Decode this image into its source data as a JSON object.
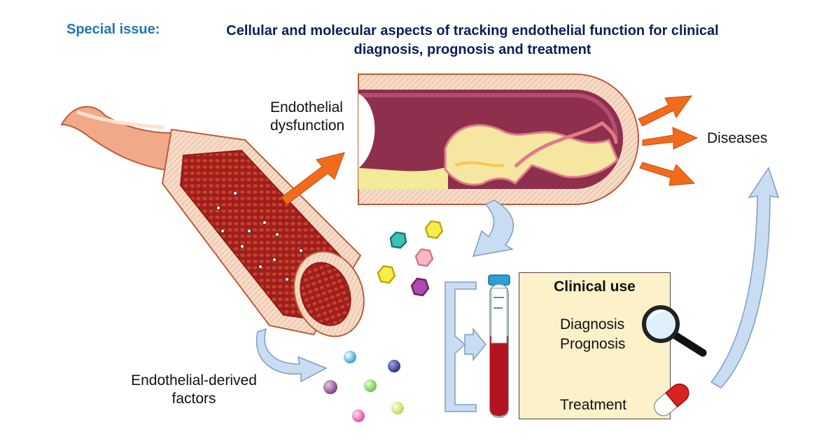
{
  "header": {
    "tag": "Special issue:",
    "title_line1": "Cellular and molecular aspects of tracking endothelial function for clinical",
    "title_line2": "diagnosis, prognosis and treatment"
  },
  "labels": {
    "endothelial_dysfunction_line1": "Endothelial",
    "endothelial_dysfunction_line2": "dysfunction",
    "diseases": "Diseases",
    "factors_line1": "Endothelial-derived",
    "factors_line2": "factors"
  },
  "clinical": {
    "title": "Clinical use",
    "diagnosis": "Diagnosis",
    "prognosis": "Prognosis",
    "treatment": "Treatment"
  },
  "colors": {
    "accent_blue": "#1f77b4",
    "title_navy": "#0b1e5b",
    "orange_arrow": "#f26b1d",
    "light_blue_arrow": "#c8dcf2",
    "box_fill": "#fcf1c9"
  }
}
